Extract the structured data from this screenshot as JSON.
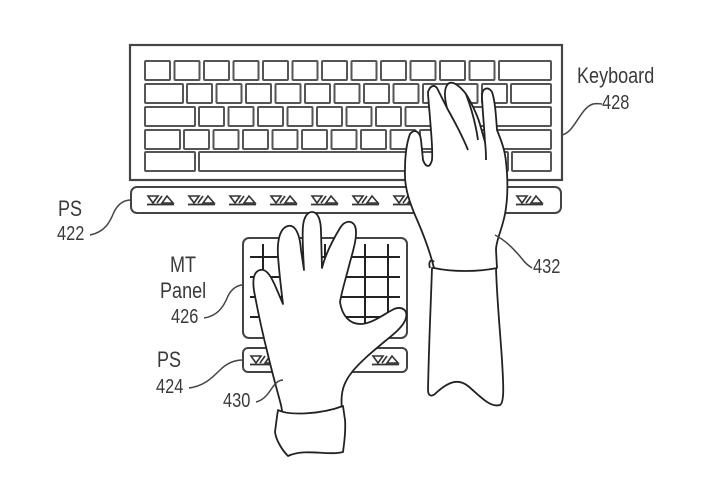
{
  "figure": {
    "components": {
      "keyboard": {
        "name": "Keyboard",
        "ref": "428"
      },
      "ps_top": {
        "name": "PS",
        "ref": "422"
      },
      "mt_panel": {
        "name_line1": "MT",
        "name_line2": "Panel",
        "ref": "426"
      },
      "ps_bottom": {
        "name": "PS",
        "ref": "424"
      },
      "left_hand": {
        "ref": "430"
      },
      "right_hand": {
        "ref": "432"
      }
    },
    "sensor_glyph": "proximity-sensor-icon",
    "keyboard_layout": {
      "rows": [
        {
          "keys": 13,
          "wide_last": true
        },
        {
          "keys": 13,
          "wide_first": true,
          "wide_last": true
        },
        {
          "keys": 12,
          "wide_first": true,
          "wide_last": true
        },
        {
          "keys": 12,
          "wide_first": true,
          "wide_last": true
        },
        {
          "keys": 3,
          "has_spacebar": true
        }
      ]
    },
    "ps_top_sensor_count": 10,
    "ps_bottom_sensor_count": 2,
    "mt_grid": {
      "rows": 4,
      "cols": 5
    },
    "colors": {
      "line": "#333333",
      "key_line": "#555555",
      "text": "#3a3a3a",
      "background": "#ffffff"
    }
  }
}
